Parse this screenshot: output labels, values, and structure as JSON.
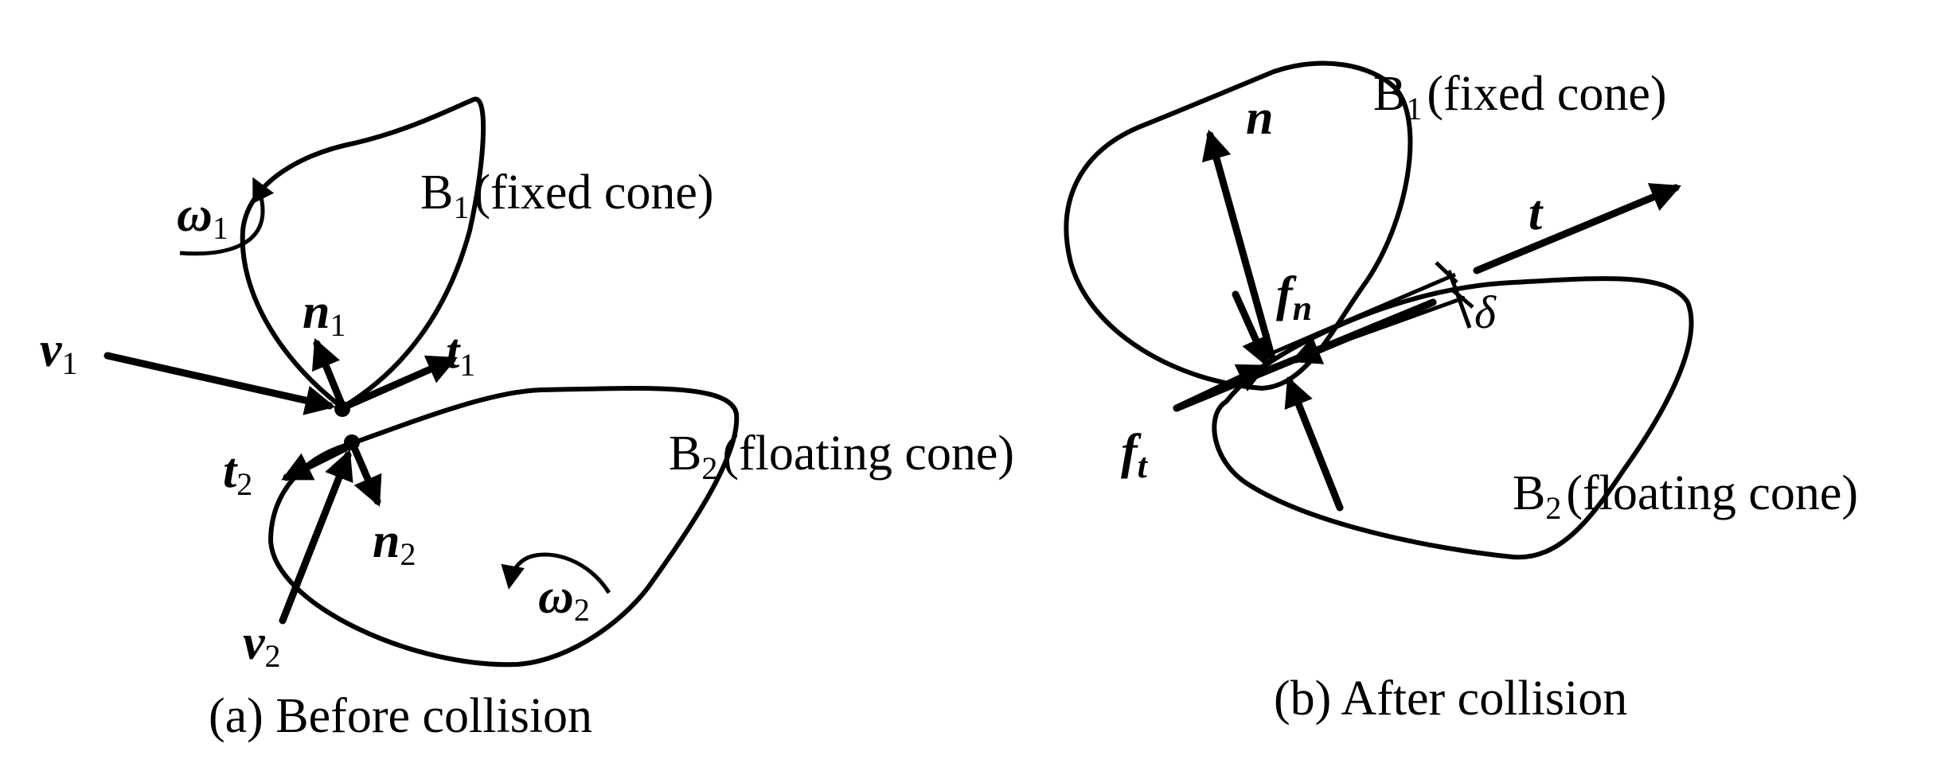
{
  "panel_a": {
    "caption": "(a)  Before collision",
    "body1": {
      "name": "B",
      "sub": "1",
      "desc": "(fixed cone)"
    },
    "body2": {
      "name": "B",
      "sub": "2",
      "desc": "(floating cone)"
    },
    "omega1": {
      "sym": "ω",
      "sub": "1"
    },
    "omega2": {
      "sym": "ω",
      "sub": "2"
    },
    "v1": {
      "sym": "v",
      "sub": "1"
    },
    "v2": {
      "sym": "v",
      "sub": "2"
    },
    "n1": {
      "sym": "n",
      "sub": "1"
    },
    "n2": {
      "sym": "n",
      "sub": "2"
    },
    "t1": {
      "sym": "t",
      "sub": "1"
    },
    "t2": {
      "sym": "t",
      "sub": "2"
    }
  },
  "panel_b": {
    "caption": "(b)  After collision",
    "body1": {
      "name": "B",
      "sub": "1",
      "desc": "(fixed cone)"
    },
    "body2": {
      "name": "B",
      "sub": "2",
      "desc": "(floating cone)"
    },
    "n": "n",
    "t": "t",
    "fn": {
      "sym": "f",
      "sub": "n"
    },
    "ft": {
      "sym": "f",
      "sub": "t"
    },
    "delta": "δ"
  }
}
